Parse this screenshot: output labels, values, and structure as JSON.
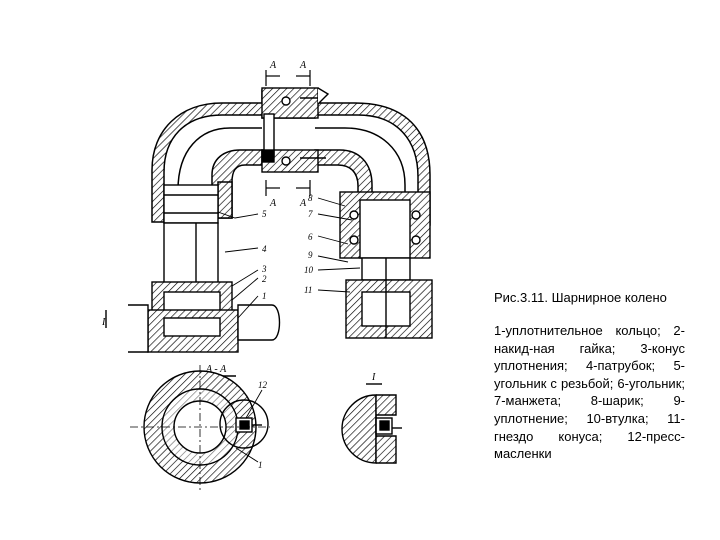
{
  "figure": {
    "title": "Рис.3.11. Шарнирное колено",
    "legend": "1-уплотнительное кольцо; 2-накид-ная гайка; 3-конус уплотнения; 4-патрубок; 5-угольник с резьбой; 6-угольник; 7-манжета; 8-шарик; 9-уплотнение; 10-втулка; 11-гнездо конуса; 12-пресс-масленки"
  },
  "drawing": {
    "section_labels": {
      "a_left": "A",
      "a_right": "A",
      "a_bottom_left": "A",
      "a_bottom_right": "A",
      "view_aa": "A - A",
      "detail_left": "I",
      "detail_right": "I"
    },
    "callouts": {
      "n1": "1",
      "n2": "2",
      "n3": "3",
      "n4": "4",
      "n5": "5",
      "n6": "6",
      "n7": "7",
      "n8": "8",
      "n9": "9",
      "n10": "10",
      "n11": "11",
      "n12": "12",
      "n1b": "1"
    }
  }
}
